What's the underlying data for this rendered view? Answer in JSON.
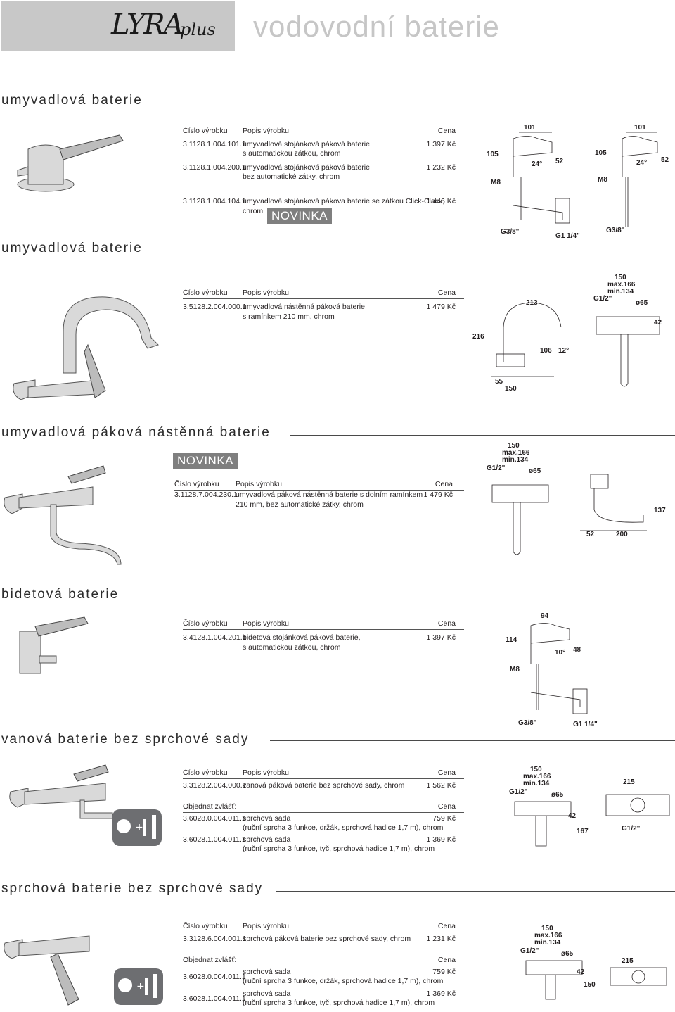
{
  "header": {
    "logo_main": "LYRA",
    "logo_sub": "plus",
    "title": "vodovodní baterie"
  },
  "table_headers": {
    "code": "Číslo výrobku",
    "desc": "Popis výrobku",
    "price": "Cena",
    "order_separately": "Objednat zvlášť:"
  },
  "sections": [
    {
      "title": "umyvadlová baterie",
      "rows": [
        {
          "code": "3.1128.1.004.101.1",
          "desc1": "umyvadlová stojánková páková baterie",
          "desc2": "s automatickou zátkou, chrom",
          "price": "1 397 Kč"
        },
        {
          "code": "3.1128.1.004.200.1",
          "desc1": "umyvadlová stojánková páková baterie",
          "desc2": "bez automatické zátky, chrom",
          "price": "1 232 Kč"
        },
        {
          "code": "3.1128.1.004.104.1",
          "desc1": "umyvadlová stojánková pákova baterie se zátkou Click-Clack,",
          "desc2": "chrom",
          "price": "1 446 Kč",
          "badge": "NOVINKA"
        }
      ],
      "dims": {
        "a": "101",
        "b": "105",
        "c": "24°",
        "d": "52",
        "e": "M8",
        "f": "G3/8\"",
        "g": "G1 1/4\"",
        "h": "101",
        "i": "105",
        "j": "24°",
        "k": "52",
        "l": "M8",
        "m": "G3/8\""
      }
    },
    {
      "title": "umyvadlová baterie",
      "rows": [
        {
          "code": "3.5128.2.004.000.1",
          "desc1": "umyvadlová nástěnná páková baterie",
          "desc2": "s ramínkem 210 mm, chrom",
          "price": "1 479 Kč"
        }
      ],
      "dims": {
        "a": "213",
        "b": "216",
        "c": "106",
        "d": "12°",
        "e": "55",
        "f": "150",
        "g": "150",
        "h": "max.166",
        "i": "min.134",
        "j": "G1/2\"",
        "k": "ø65",
        "l": "42"
      }
    },
    {
      "title": "umyvadlová páková nástěnná baterie",
      "badge": "NOVINKA",
      "rows": [
        {
          "code": "3.1128.7.004.230.1",
          "desc1": "umyvadlová páková nástěnná baterie s dolním ramínkem",
          "desc2": "210 mm, bez automatické zátky, chrom",
          "price": "1 479 Kč"
        }
      ],
      "dims": {
        "a": "150",
        "b": "max.166",
        "c": "min.134",
        "d": "G1/2\"",
        "e": "ø65",
        "f": "137",
        "g": "52",
        "h": "200"
      }
    },
    {
      "title": "bidetová baterie",
      "rows": [
        {
          "code": "3.4128.1.004.201.1",
          "desc1": "bidetová stojánková páková baterie,",
          "desc2": "s automatickou zátkou, chrom",
          "price": "1 397 Kč"
        }
      ],
      "dims": {
        "a": "94",
        "b": "114",
        "c": "10°",
        "d": "48",
        "e": "M8",
        "f": "G3/8\"",
        "g": "G1 1/4\""
      }
    },
    {
      "title": "vanová baterie bez sprchové sady",
      "rows": [
        {
          "code": "3.3128.2.004.000.1",
          "desc1": "vanová páková baterie bez sprchové sady, chrom",
          "desc2": "",
          "price": "1 562 Kč"
        }
      ],
      "extras": [
        {
          "code": "3.6028.0.004.011.1",
          "desc1": "sprchová sada",
          "desc2": "(ruční sprcha 3 funkce, držák, sprchová hadice 1,7 m), chrom",
          "price": "759 Kč"
        },
        {
          "code": "3.6028.1.004.011.1",
          "desc1": "sprchová sada",
          "desc2": "(ruční sprcha 3 funkce, tyč, sprchová hadice 1,7 m), chrom",
          "price": "1 369 Kč"
        }
      ],
      "dims": {
        "a": "150",
        "b": "max.166",
        "c": "min.134",
        "d": "G1/2\"",
        "e": "ø65",
        "f": "42",
        "g": "167",
        "h": "215",
        "i": "G1/2\""
      }
    },
    {
      "title": "sprchová baterie bez sprchové sady",
      "rows": [
        {
          "code": "3.3128.6.004.001.1",
          "desc1": "sprchová páková baterie bez sprchové sady, chrom",
          "desc2": "",
          "price": "1 231 Kč"
        }
      ],
      "extras": [
        {
          "code": "3.6028.0.004.011.1",
          "desc1": "sprchová sada",
          "desc2": "(ruční sprcha 3 funkce, držák, sprchová hadice 1,7 m), chrom",
          "price": "759 Kč"
        },
        {
          "code": "3.6028.1.004.011.1",
          "desc1": "sprchová sada",
          "desc2": "(ruční sprcha 3 funkce, tyč, sprchová hadice 1,7 m), chrom",
          "price": "1 369 Kč"
        }
      ],
      "dims": {
        "a": "150",
        "b": "max.166",
        "c": "min.134",
        "d": "G1/2\"",
        "e": "ø65",
        "f": "42",
        "g": "150",
        "h": "215"
      }
    }
  ],
  "icons": {
    "shower_set": "shower-set-icon"
  }
}
